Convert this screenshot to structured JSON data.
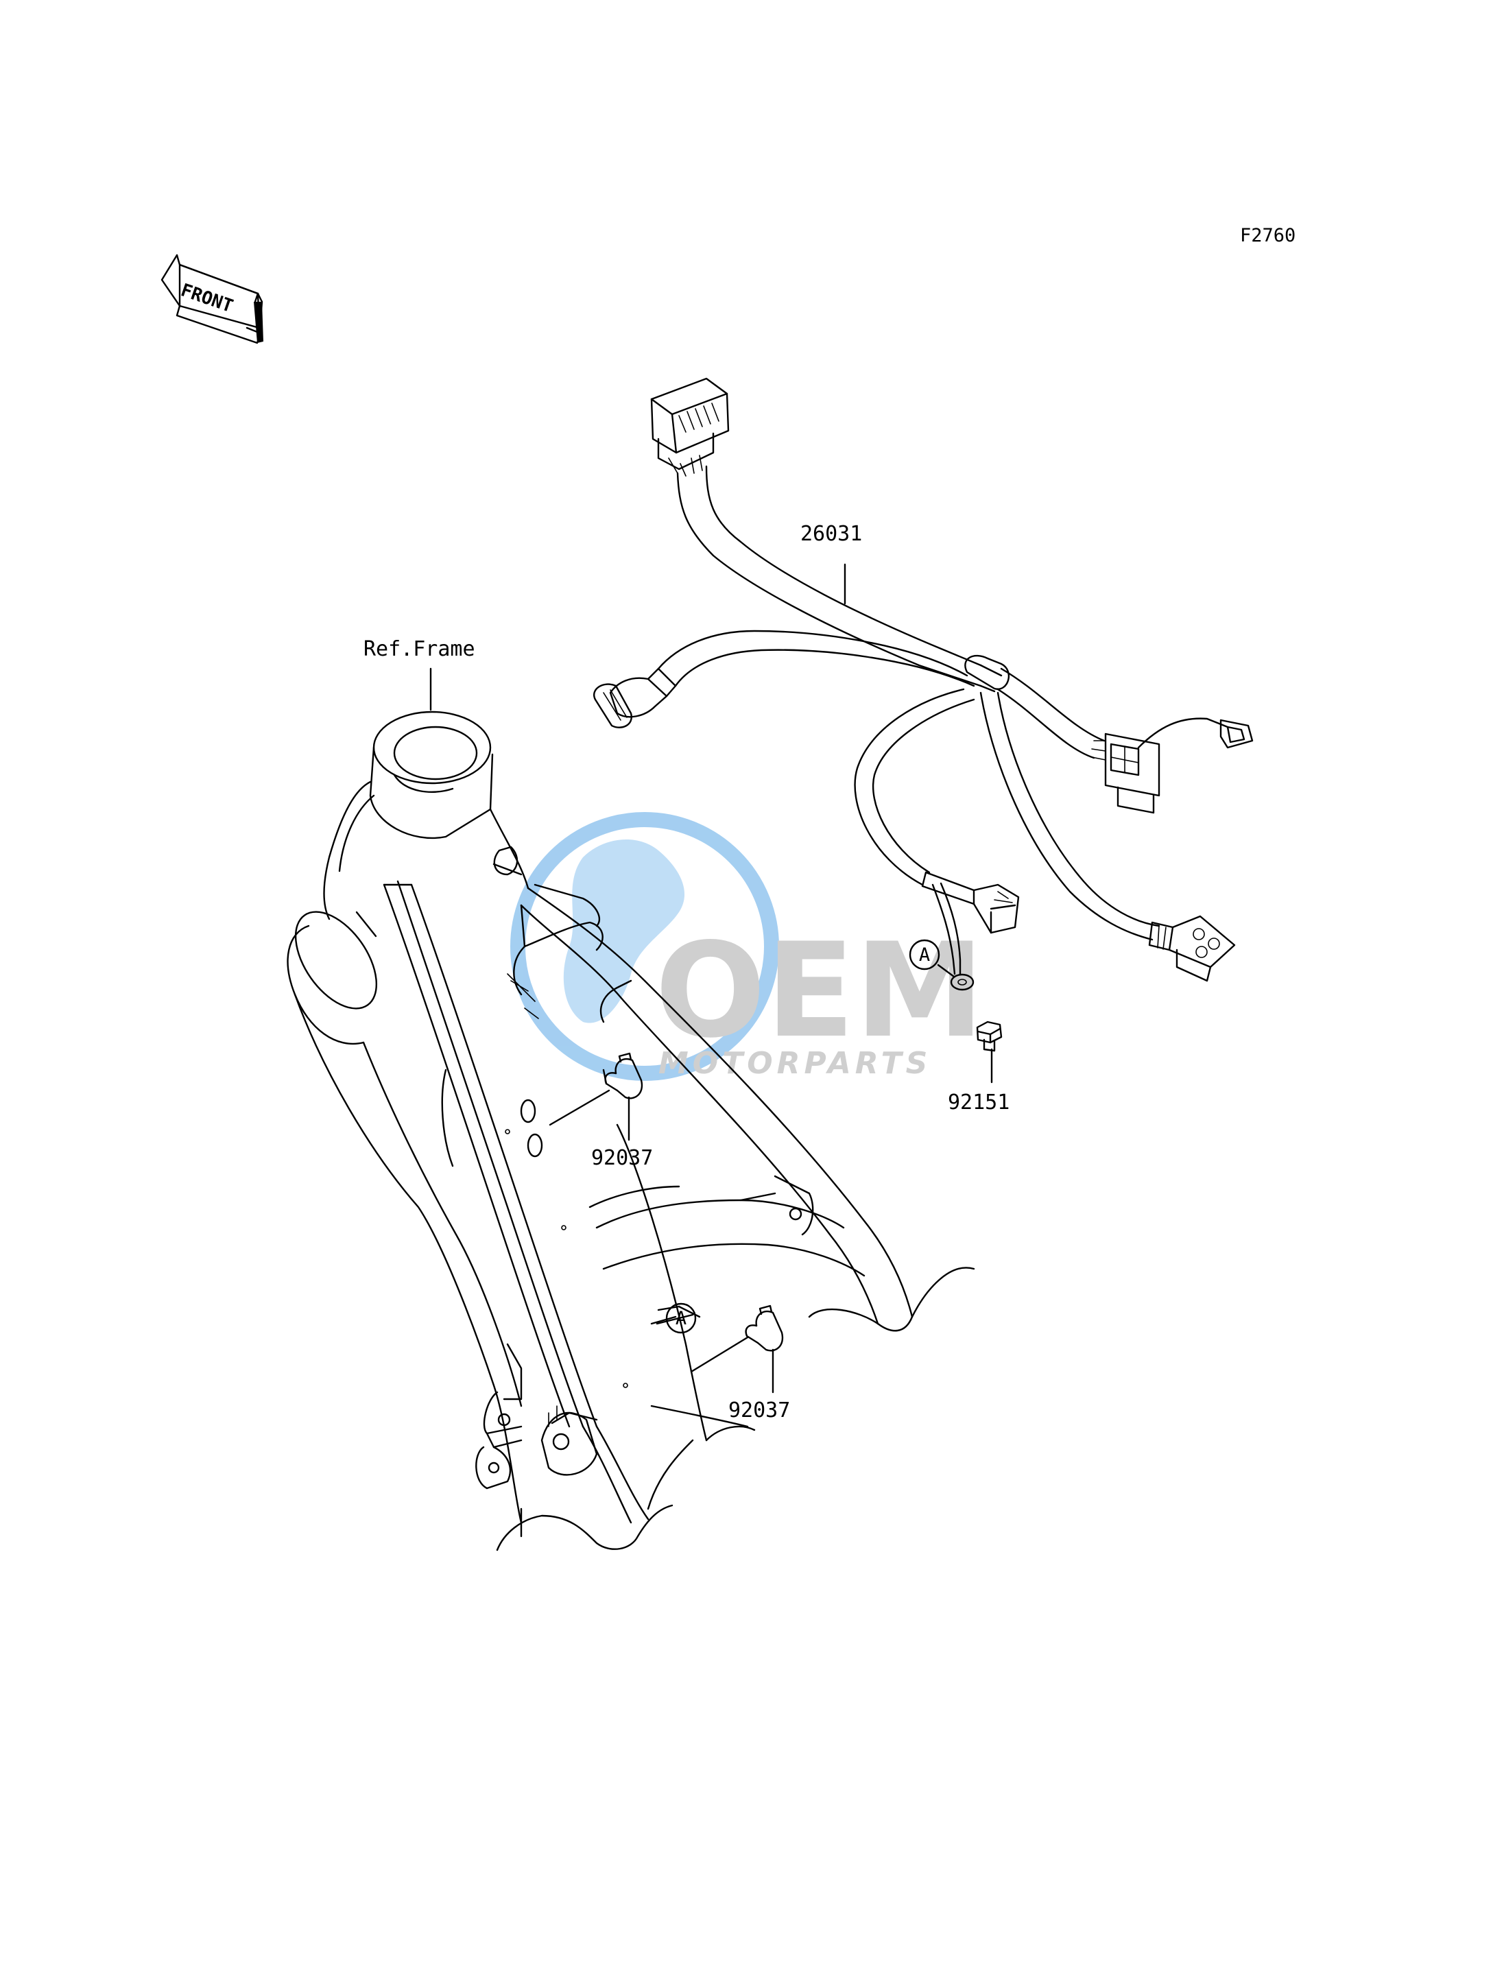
{
  "diagram_code": "F2760",
  "front_arrow_label": "FRONT",
  "labels": {
    "harness": "26031",
    "ref_frame": "Ref.Frame",
    "bolt": "92151",
    "clamp_upper": "92037",
    "clamp_lower": "92037",
    "marker_a_harness": "A",
    "marker_a_frame": "A"
  },
  "watermark": {
    "logo_text": "OEM",
    "sub_text": "MOTORPARTS",
    "color_blue": "#5aa7e6",
    "color_gray": "#a9a9a9"
  }
}
